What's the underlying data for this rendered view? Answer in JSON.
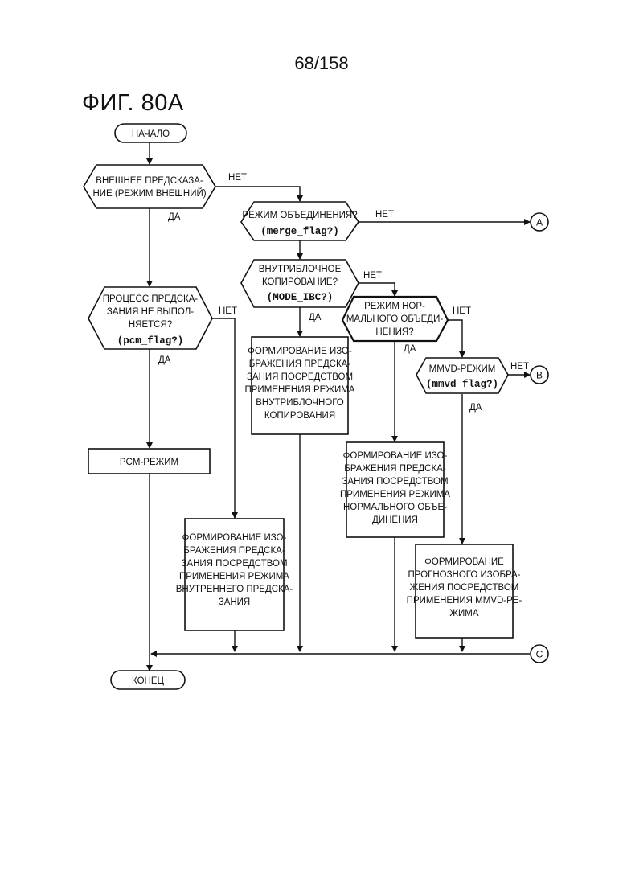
{
  "sheet_number": "68/158",
  "figure_title": "ФИГ. 80А",
  "nodes": {
    "start": {
      "lines": [
        "НАЧАЛО"
      ]
    },
    "end": {
      "lines": [
        "КОНЕЦ"
      ]
    },
    "inter_pred": {
      "lines": [
        "ВНЕШНЕЕ ПРЕДСКАЗА-",
        "НИЕ (РЕЖИМ ВНЕШНИЙ)"
      ]
    },
    "merge": {
      "lines": [
        "РЕЖИМ ОБЪЕДИНЕНИЯ?"
      ],
      "flag": "(merge_flag?)"
    },
    "ibc": {
      "lines": [
        "ВНУТРИБЛОЧНОЕ",
        "КОПИРОВАНИЕ?"
      ],
      "flag": "(MODE_IBC?)"
    },
    "pcm": {
      "lines": [
        "ПРОЦЕСС ПРЕДСКА-",
        "ЗАНИЯ НЕ ВЫПОЛ-",
        "НЯЕТСЯ?"
      ],
      "flag": "(pcm_flag?)"
    },
    "normal_merge": {
      "lines": [
        "РЕЖИМ НОР-",
        "МАЛЬНОГО ОБЪЕДИ-",
        "НЕНИЯ?"
      ]
    },
    "mmvd": {
      "lines": [
        "MMVD-РЕЖИМ"
      ],
      "flag": "(mmvd_flag?)"
    },
    "pcm_mode": {
      "lines": [
        "PCM-РЕЖИМ"
      ]
    },
    "ibc_proc": {
      "lines": [
        "ФОРМИРОВАНИЕ ИЗО-",
        "БРАЖЕНИЯ ПРЕДСКА-",
        "ЗАНИЯ ПОСРЕДСТВОМ",
        "ПРИМЕНЕНИЯ РЕЖИМА",
        "ВНУТРИБЛОЧНОГО",
        "КОПИРОВАНИЯ"
      ]
    },
    "intra_proc": {
      "lines": [
        "ФОРМИРОВАНИЕ ИЗО-",
        "БРАЖЕНИЯ ПРЕДСКА-",
        "ЗАНИЯ ПОСРЕДСТВОМ",
        "ПРИМЕНЕНИЯ РЕЖИМА",
        "ВНУТРЕННЕГО ПРЕДСКА-",
        "ЗАНИЯ"
      ]
    },
    "normal_proc": {
      "lines": [
        "ФОРМИРОВАНИЕ ИЗО-",
        "БРАЖЕНИЯ ПРЕДСКА-",
        "ЗАНИЯ ПОСРЕДСТВОМ",
        "ПРИМЕНЕНИЯ РЕЖИМА",
        "НОРМАЛЬНОГО ОБЪЕ-",
        "ДИНЕНИЯ"
      ]
    },
    "mmvd_proc": {
      "lines": [
        "ФОРМИРОВАНИЕ",
        "ПРОГНОЗНОГО ИЗОБРА-",
        "ЖЕНИЯ ПОСРЕДСТВОМ",
        "ПРИМЕНЕНИЯ MMVD-РЕ-",
        "ЖИМА"
      ]
    }
  },
  "connectors": {
    "a": "A",
    "b": "B",
    "c": "C"
  },
  "edge_labels": {
    "inter_no": "НЕТ",
    "inter_yes": "ДА",
    "merge_no": "НЕТ",
    "ibc_no": "НЕТ",
    "ibc_yes": "ДА",
    "pcm_no": "НЕТ",
    "pcm_yes": "ДА",
    "normal_no": "НЕТ",
    "normal_yes": "ДА",
    "mmvd_no": "НЕТ",
    "mmvd_yes": "ДА"
  }
}
